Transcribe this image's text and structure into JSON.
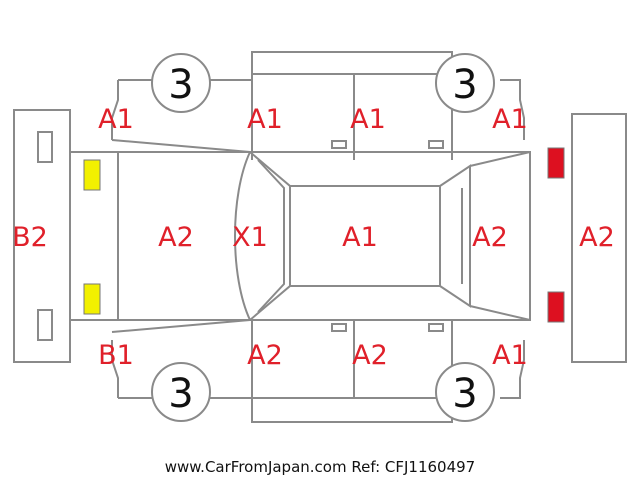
{
  "panels": {
    "front_left_fender": "A1",
    "front_left_door": "A1",
    "rear_left_door": "A1",
    "rear_left_quarter": "A1",
    "front_bumper": "B2",
    "hood": "A2",
    "windshield": "X1",
    "roof": "A1",
    "rear_glass": "A2",
    "rear_bumper": "A2",
    "front_right_fender": "B1",
    "front_right_door": "A2",
    "rear_right_door": "A2",
    "rear_right_quarter": "A1"
  },
  "tyres": {
    "front_left": "3",
    "rear_left": "3",
    "front_right": "3",
    "rear_right": "3"
  },
  "markers": {
    "front_lamps_color": "#f2f000",
    "rear_lamps_color": "#dd1020"
  },
  "colors": {
    "code_text": "#e0202a",
    "outline": "#8a8a8a"
  },
  "footer": {
    "text": "www.CarFromJapan.com Ref: CFJ1160497"
  }
}
